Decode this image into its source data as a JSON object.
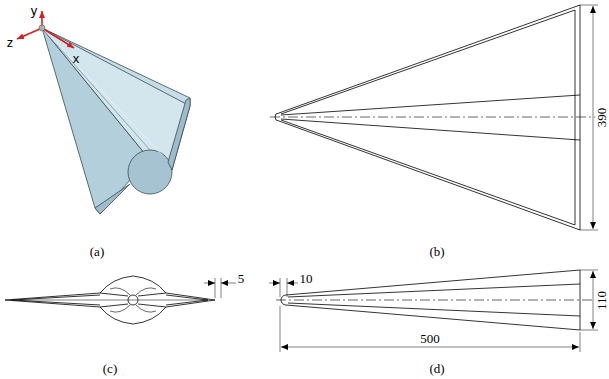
{
  "diagram": {
    "labels": [
      "y",
      "z",
      "x",
      "(a)",
      "390",
      "(b)",
      "5",
      "10",
      "110",
      "500",
      "(c)",
      "(d)"
    ]
  }
}
